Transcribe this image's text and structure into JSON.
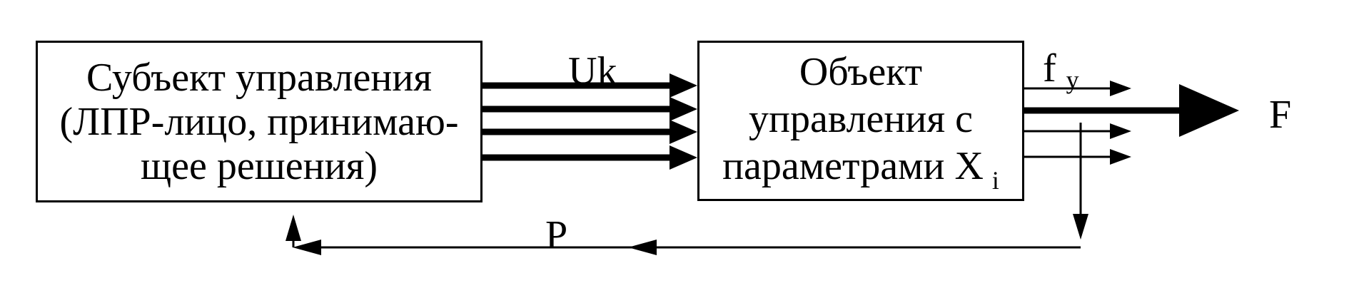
{
  "subject_box": {
    "lines": [
      "Субъект управления",
      "(ЛПР-лицо, принимаю-",
      "щее решения)"
    ]
  },
  "object_box": {
    "lines": [
      "Объект",
      "управления с",
      "параметрами X"
    ],
    "subscript": "i"
  },
  "labels": {
    "uk": "Uk",
    "f": "f",
    "f_subscript": "y",
    "big_f": "F",
    "p": "P"
  }
}
